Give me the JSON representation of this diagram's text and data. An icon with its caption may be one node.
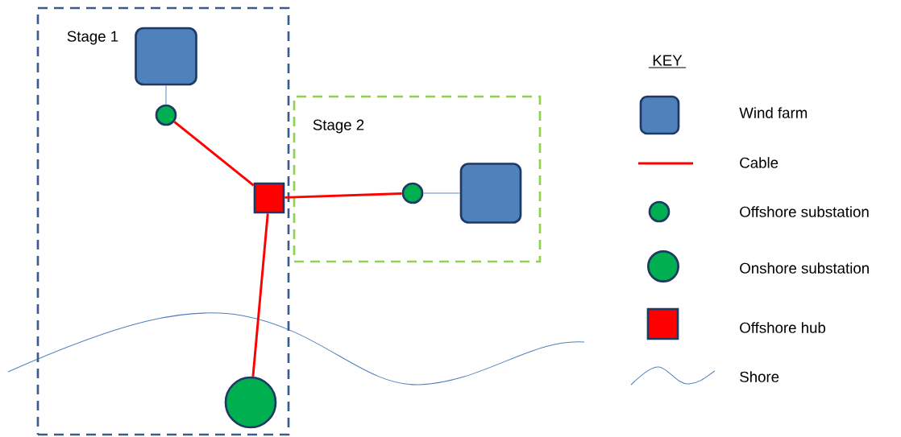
{
  "diagram": {
    "nodes": [
      {
        "text": [
          "Stage 1"
        ]
      },
      {
        "text": [
          "Stage 2"
        ]
      },
      {
        "text": [],
        "shape": "box",
        "in": 0
      },
      {
        "text": [],
        "shape": "circle",
        "in": 0
      },
      {
        "text": [],
        "shape": "box",
        "in": 0
      },
      {
        "text": [],
        "shape": "circle",
        "in": 0
      },
      {
        "text": [],
        "shape": "circle",
        "in": 1
      },
      {
        "text": [],
        "shape": "box",
        "in": 1
      }
    ],
    "edges": [
      {
        "from": 2,
        "to": 3,
        "arrow": "none",
        "color": "#4f81bd"
      },
      {
        "from": 3,
        "to": 4,
        "arrow": "none"
      },
      {
        "from": 4,
        "to": 6,
        "arrow": "none"
      },
      {
        "from": 6,
        "to": 7,
        "arrow": "none",
        "color": "#4f81bd"
      },
      {
        "from": 4,
        "to": 5,
        "arrow": "none"
      }
    ],
    "labels": [
      "KEY"
    ],
    "legend": [
      {
        "text": "Wind farm"
      },
      {
        "text": "Cable"
      },
      {
        "text": "Offshore substation"
      },
      {
        "text": "Onshore substation"
      },
      {
        "text": "Offshore hub"
      },
      {
        "text": "Shore"
      }
    ]
  }
}
